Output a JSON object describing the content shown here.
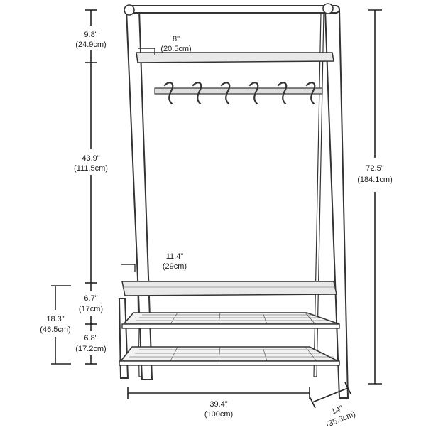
{
  "dimensions": {
    "top_shelf_gap": {
      "in": "9.8\"",
      "cm": "(24.9cm)"
    },
    "top_shelf_depth": {
      "in": "8\"",
      "cm": "(20.5cm)"
    },
    "hook_section_height": {
      "in": "43.9\"",
      "cm": "(111.5cm)"
    },
    "total_height": {
      "in": "72.5\"",
      "cm": "(184.1cm)"
    },
    "bench_depth": {
      "in": "11.4\"",
      "cm": "(29cm)"
    },
    "bench_gap": {
      "in": "6.7\"",
      "cm": "(17cm)"
    },
    "lower_height": {
      "in": "18.3\"",
      "cm": "(46.5cm)"
    },
    "bottom_gap": {
      "in": "6.8\"",
      "cm": "(17.2cm)"
    },
    "width": {
      "in": "39.4\"",
      "cm": "(100cm)"
    },
    "depth": {
      "in": "14\"",
      "cm": "(35.3cm)"
    }
  }
}
